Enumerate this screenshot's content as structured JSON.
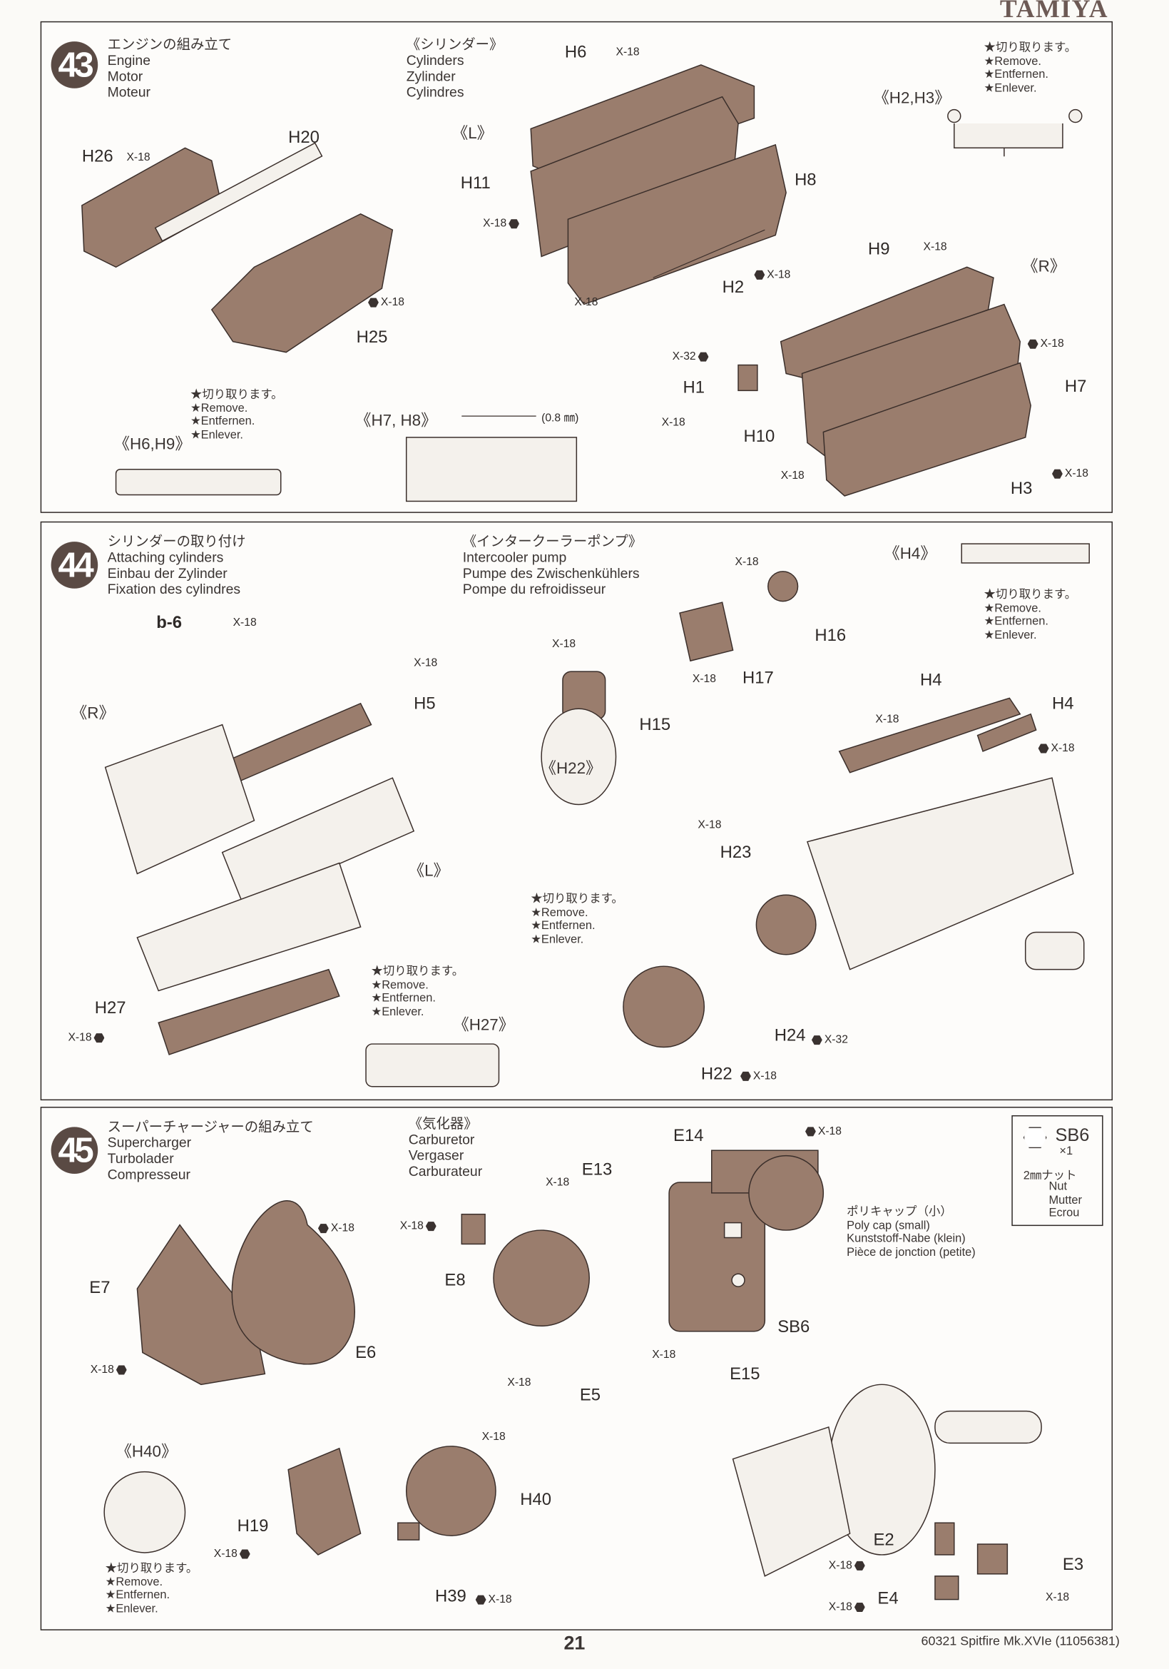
{
  "brand": "TAMIYA",
  "footer": {
    "page_number": "21",
    "product": "60321  Spitfire Mk.XVIe (11056381)"
  },
  "remove_note": [
    "★切り取ります。",
    "★Remove.",
    "★Entfernen.",
    "★Enlever."
  ],
  "step43": {
    "number": "43",
    "title": [
      "エンジンの組み立て",
      "Engine",
      "Motor",
      "Moteur"
    ],
    "sub": [
      "《シリンダー》",
      "Cylinders",
      "Zylinder",
      "Cylindres"
    ],
    "detail_h2h3": "《H2,H3》",
    "detail_h6h9": "《H6,H9》",
    "detail_h7h8": "《H7, H8》",
    "drill": "(0.8 ㎜)",
    "left": "《L》",
    "right": "《R》",
    "labels": [
      "H6",
      "X-18",
      "H11",
      "H8",
      "X-18",
      "H2",
      "X-18",
      "X-18",
      "H26",
      "X-18",
      "H20",
      "X-18",
      "H25",
      "H9",
      "X-18",
      "X-18",
      "H7",
      "X-32",
      "H1",
      "X-18",
      "H10",
      "X-18",
      "X-18",
      "H3"
    ]
  },
  "step44": {
    "number": "44",
    "title": [
      "シリンダーの取り付け",
      "Attaching cylinders",
      "Einbau der Zylinder",
      "Fixation des cylindres"
    ],
    "sub": [
      "《インタークーラーポンプ》",
      "Intercooler pump",
      "Pumpe des Zwischenkühlers",
      "Pompe du refroidisseur"
    ],
    "detail_h4": "《H4》",
    "detail_h22": "《H22》",
    "detail_h27": "《H27》",
    "right": "《R》",
    "left": "《L》",
    "paint": "b-6",
    "labels": [
      "X-18",
      "H16",
      "X-18",
      "X-18",
      "H17",
      "H15",
      "X-18",
      "X-18",
      "H5",
      "H4",
      "H4",
      "X-18",
      "X-18",
      "X-18",
      "H23",
      "H27",
      "X-18",
      "H24",
      "X-32",
      "H22",
      "X-18"
    ]
  },
  "step45": {
    "number": "45",
    "title": [
      "スーパーチャージャーの組み立て",
      "Supercharger",
      "Turbolader",
      "Compresseur"
    ],
    "sub": [
      "《気化器》",
      "Carburetor",
      "Vergaser",
      "Carburateur"
    ],
    "polycap": [
      "ポリキャップ（小）",
      "Poly cap (small)",
      "Kunststoff-Nabe (klein)",
      "Pièce de jonction (petite)"
    ],
    "hardware": {
      "code": "SB6",
      "qty": "×1",
      "names": [
        "2㎜ナット",
        "Nut",
        "Mutter",
        "Ecrou"
      ]
    },
    "detail_h40": "《H40》",
    "labels": [
      "E14",
      "X-18",
      "X-18",
      "E13",
      "X-18",
      "E8",
      "SB6",
      "X-18",
      "E15",
      "X-18",
      "E5",
      "X-18",
      "E7",
      "E6",
      "X-18",
      "X-18",
      "H40",
      "H19",
      "X-18",
      "H39",
      "X-18",
      "E2",
      "X-18",
      "E3",
      "X-18",
      "E4",
      "X-18"
    ]
  },
  "colors": {
    "part": "#9a7d6d",
    "ink": "#3a2e2a",
    "badge": "#5a4a44"
  }
}
